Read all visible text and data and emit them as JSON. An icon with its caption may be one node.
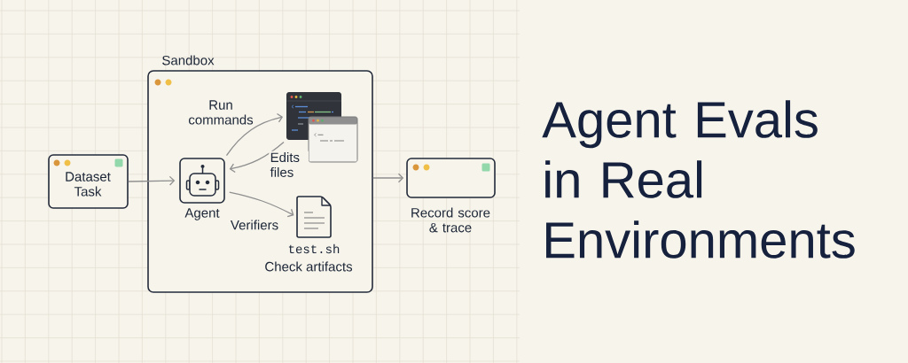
{
  "diagram": {
    "title": "Agent Evals in Real Environments",
    "nodes": [
      {
        "text": [
          "Sandbox"
        ]
      },
      {
        "text": [
          "Dataset Task"
        ]
      },
      {
        "text": [
          "Agent"
        ],
        "in": 0
      },
      {
        "text": [],
        "shape": "picture",
        "in": 0
      },
      {
        "text": [
          "test.sh",
          "Check artifacts"
        ],
        "in": 0
      },
      {
        "text": [],
        "shape": "box",
        "beside": [
          "Record score & trace"
        ]
      }
    ],
    "edges": [
      {
        "from": 1,
        "to": 2,
        "arrow": "to"
      },
      {
        "from": 2,
        "to": 3,
        "arrow": "to",
        "label": "Run commands"
      },
      {
        "from": 3,
        "to": 2,
        "arrow": "to",
        "label": "Edits files"
      },
      {
        "from": 2,
        "to": 4,
        "arrow": "to",
        "label": "Verifiers"
      },
      {
        "from": 0,
        "to": 5,
        "arrow": "to"
      }
    ]
  }
}
